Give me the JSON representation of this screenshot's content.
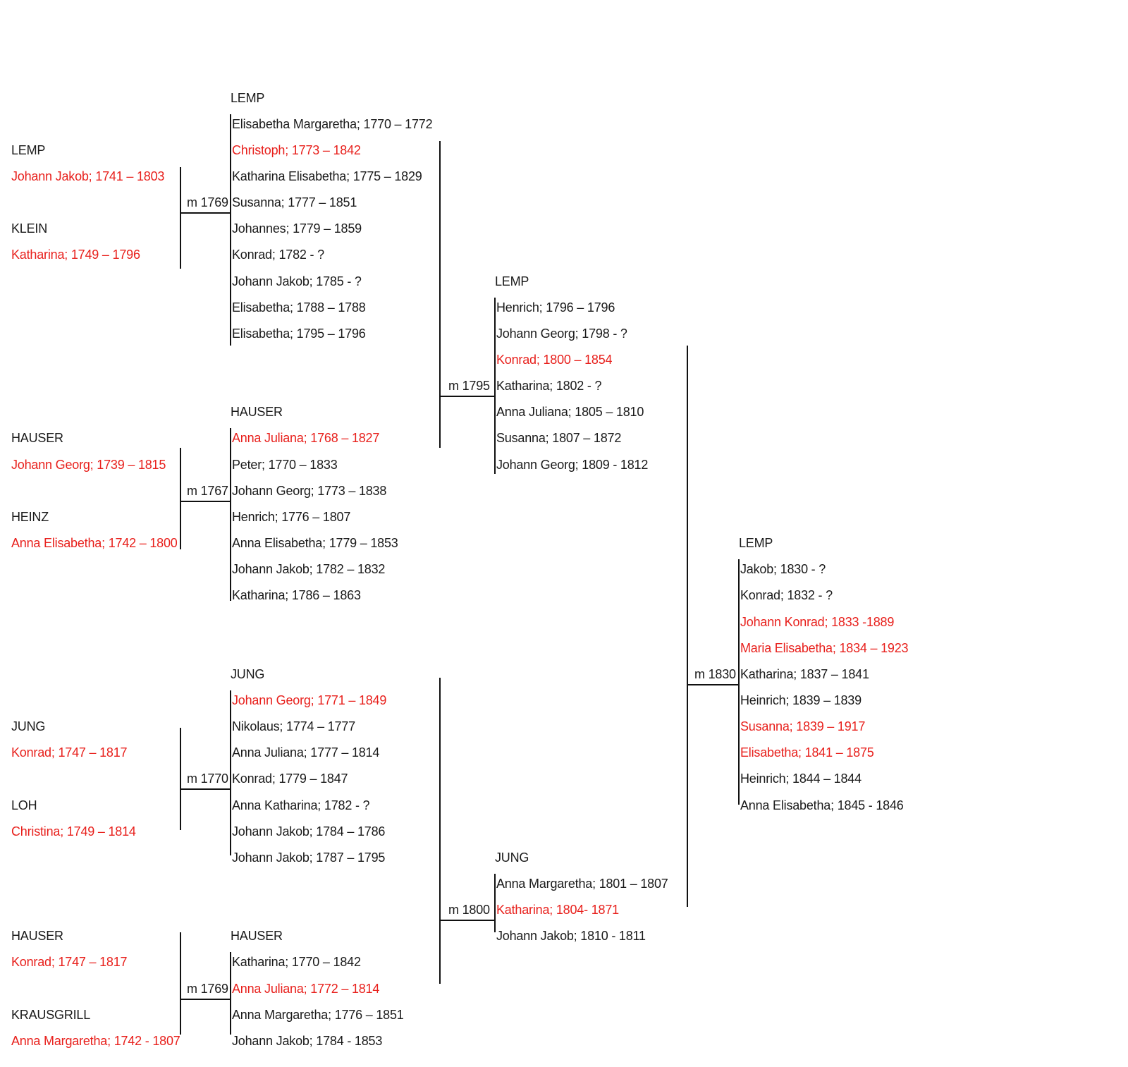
{
  "couples": [
    {
      "husband_surname": "LEMP",
      "husband": "Johann Jakob; 1741 – 1803",
      "wife_surname": "KLEIN",
      "wife": "Katharina; 1749 – 1796",
      "marriage": "m 1769",
      "children_surname": "LEMP",
      "children": [
        {
          "text": "Elisabetha Margaretha; 1770 – 1772",
          "direct": false
        },
        {
          "text": "Christoph; 1773 – 1842",
          "direct": true
        },
        {
          "text": "Katharina Elisabetha; 1775 – 1829",
          "direct": false
        },
        {
          "text": "Susanna; 1777 – 1851",
          "direct": false
        },
        {
          "text": "Johannes; 1779 – 1859",
          "direct": false
        },
        {
          "text": "Konrad; 1782 - ?",
          "direct": false
        },
        {
          "text": "Johann Jakob; 1785 - ?",
          "direct": false
        },
        {
          "text": "Elisabetha; 1788 – 1788",
          "direct": false
        },
        {
          "text": "Elisabetha; 1795 – 1796",
          "direct": false
        }
      ]
    },
    {
      "husband_surname": "HAUSER",
      "husband": "Johann Georg; 1739 – 1815",
      "wife_surname": "HEINZ",
      "wife": "Anna Elisabetha; 1742 – 1800",
      "marriage": "m 1767",
      "children_surname": "HAUSER",
      "children": [
        {
          "text": "Anna Juliana; 1768 – 1827",
          "direct": true
        },
        {
          "text": "Peter; 1770 – 1833",
          "direct": false
        },
        {
          "text": "Johann Georg; 1773 – 1838",
          "direct": false
        },
        {
          "text": "Henrich; 1776 – 1807",
          "direct": false
        },
        {
          "text": "Anna Elisabetha; 1779 – 1853",
          "direct": false
        },
        {
          "text": "Johann Jakob; 1782 – 1832",
          "direct": false
        },
        {
          "text": "Katharina; 1786 – 1863",
          "direct": false
        }
      ]
    },
    {
      "husband_surname": "JUNG",
      "husband": "Konrad; 1747 – 1817",
      "wife_surname": "LOH",
      "wife": "Christina; 1749 – 1814",
      "marriage": "m 1770",
      "children_surname": "JUNG",
      "children": [
        {
          "text": "Johann Georg; 1771 – 1849",
          "direct": true
        },
        {
          "text": "Nikolaus; 1774 – 1777",
          "direct": false
        },
        {
          "text": "Anna Juliana; 1777 – 1814",
          "direct": false
        },
        {
          "text": "Konrad; 1779 – 1847",
          "direct": false
        },
        {
          "text": "Anna Katharina; 1782 - ?",
          "direct": false
        },
        {
          "text": "Johann Jakob; 1784 – 1786",
          "direct": false
        },
        {
          "text": "Johann Jakob; 1787 – 1795",
          "direct": false
        }
      ]
    },
    {
      "husband_surname": "HAUSER",
      "husband": "Konrad; 1747 – 1817",
      "wife_surname": "KRAUSGRILL",
      "wife": "Anna Margaretha; 1742 - 1807",
      "marriage": "m 1769",
      "children_surname": "HAUSER",
      "children": [
        {
          "text": "Katharina; 1770 – 1842",
          "direct": false
        },
        {
          "text": "Anna Juliana; 1772 – 1814",
          "direct": true
        },
        {
          "text": "Anna Margaretha; 1776 – 1851",
          "direct": false
        },
        {
          "text": "Johann Jakob; 1784 - 1853",
          "direct": false
        }
      ]
    }
  ],
  "second_gen": [
    {
      "marriage": "m 1795",
      "children_surname": "LEMP",
      "children": [
        {
          "text": "Henrich; 1796 – 1796",
          "direct": false
        },
        {
          "text": "Johann Georg; 1798 - ?",
          "direct": false
        },
        {
          "text": "Konrad; 1800 – 1854",
          "direct": true
        },
        {
          "text": "Katharina; 1802 - ?",
          "direct": false
        },
        {
          "text": "Anna Juliana; 1805 – 1810",
          "direct": false
        },
        {
          "text": "Susanna; 1807 – 1872",
          "direct": false
        },
        {
          "text": "Johann Georg; 1809 - 1812",
          "direct": false
        }
      ]
    },
    {
      "marriage": "m 1800",
      "children_surname": "JUNG",
      "children": [
        {
          "text": "Anna Margaretha; 1801 – 1807",
          "direct": false
        },
        {
          "text": "Katharina; 1804- 1871",
          "direct": true
        },
        {
          "text": "Johann Jakob; 1810 - 1811",
          "direct": false
        }
      ]
    }
  ],
  "third_gen": {
    "marriage": "m 1830",
    "children_surname": "LEMP",
    "children": [
      {
        "text": "Jakob; 1830 - ?",
        "direct": false
      },
      {
        "text": "Konrad; 1832 - ?",
        "direct": false
      },
      {
        "text": "Johann Konrad; 1833 -1889",
        "direct": true
      },
      {
        "text": "Maria Elisabetha; 1834 – 1923",
        "direct": true
      },
      {
        "text": "Katharina; 1837 – 1841",
        "direct": false
      },
      {
        "text": "Heinrich; 1839 – 1839",
        "direct": false
      },
      {
        "text": "Susanna; 1839 – 1917",
        "direct": true
      },
      {
        "text": "Elisabetha; 1841 – 1875",
        "direct": true
      },
      {
        "text": "Heinrich; 1844 – 1844",
        "direct": false
      },
      {
        "text": "Anna Elisabetha; 1845 - 1846",
        "direct": false
      }
    ]
  },
  "colors": {
    "direct_line": "#e8201c",
    "text": "#1a1a1a",
    "line": "#111111",
    "background": "#ffffff"
  }
}
